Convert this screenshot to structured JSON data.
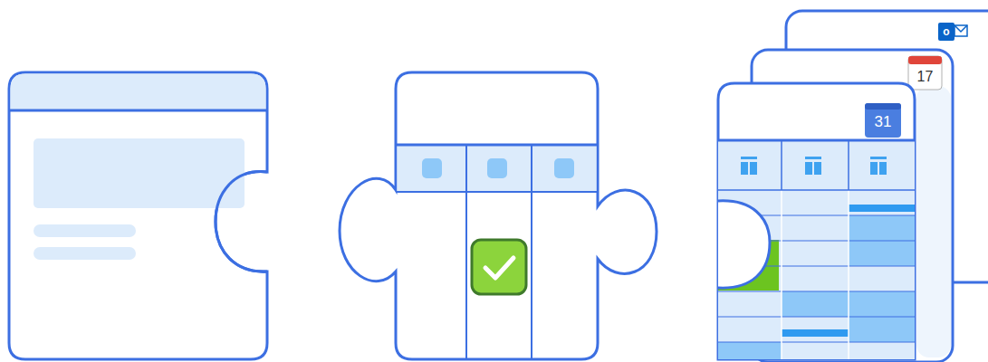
{
  "diagram": {
    "labels": [
      "o",
      "17",
      "31"
    ]
  }
}
